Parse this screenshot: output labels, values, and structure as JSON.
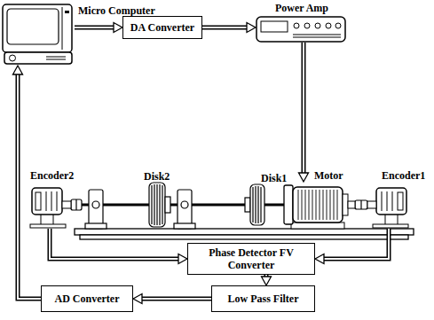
{
  "diagram": {
    "nodes": [
      {
        "text": [
          "Micro Computer"
        ]
      },
      {
        "text": [
          "DA Converter"
        ]
      },
      {
        "text": [
          "Power Amp"
        ]
      },
      {
        "text": [
          "Encoder2"
        ]
      },
      {
        "text": [
          "Motor"
        ]
      },
      {
        "text": [
          "Encoder1"
        ]
      },
      {
        "text": [
          "Phase Detector FV Converter"
        ]
      },
      {
        "text": [
          "Low Pass Filter"
        ]
      },
      {
        "text": [
          "AD Converter"
        ]
      }
    ],
    "edges": [
      {
        "from": 0,
        "to": 1,
        "arrow": "to"
      },
      {
        "from": 1,
        "to": 2,
        "arrow": "to"
      },
      {
        "from": 2,
        "to": 4,
        "arrow": "to"
      },
      {
        "from": 3,
        "to": 6,
        "arrow": "to"
      },
      {
        "from": 5,
        "to": 6,
        "arrow": "to"
      },
      {
        "from": 6,
        "to": 7,
        "arrow": "to"
      },
      {
        "from": 7,
        "to": 8,
        "arrow": "to"
      },
      {
        "from": 8,
        "to": 0,
        "arrow": "to"
      }
    ],
    "labels": [
      "Disk2",
      "Disk1"
    ]
  }
}
